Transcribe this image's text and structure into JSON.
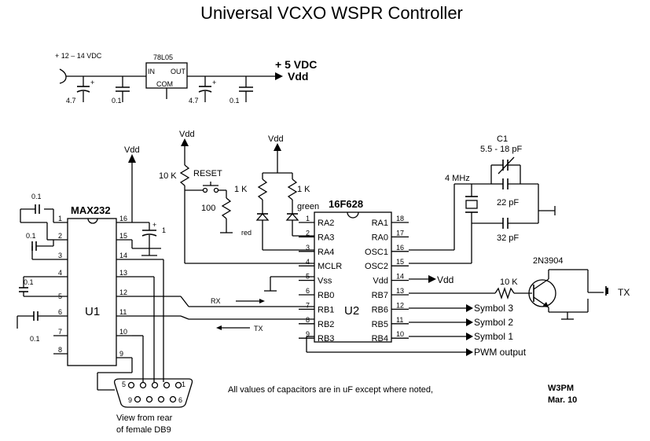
{
  "title": "Universal VCXO WSPR Controller",
  "supply": {
    "input_label": "+ 12 – 14 VDC",
    "regulator": "78L05",
    "reg_in": "IN",
    "reg_out": "OUT",
    "reg_com": "COM",
    "output_label": "+ 5 VDC",
    "output_net": "Vdd",
    "cap1": "4.7",
    "cap2": "0.1",
    "cap3": "4.7",
    "cap4": "0.1"
  },
  "max232": {
    "name": "MAX232",
    "ref": "U1",
    "pins": [
      "1",
      "2",
      "3",
      "4",
      "5",
      "6",
      "7",
      "8",
      "9",
      "10",
      "11",
      "12",
      "13",
      "14",
      "15",
      "16"
    ],
    "cap_a": "0.1",
    "cap_b": "0.1",
    "cap_c": "0.1",
    "cap_d": "0.1",
    "cap_e": "1",
    "vdd": "Vdd"
  },
  "pic": {
    "name": "16F628",
    "ref": "U2",
    "left_pins": [
      {
        "num": "1",
        "name": "RA2"
      },
      {
        "num": "2",
        "name": "RA3"
      },
      {
        "num": "3",
        "name": "RA4"
      },
      {
        "num": "4",
        "name": "MCLR"
      },
      {
        "num": "5",
        "name": "Vss"
      },
      {
        "num": "6",
        "name": "RB0"
      },
      {
        "num": "7",
        "name": "RB1"
      },
      {
        "num": "8",
        "name": "RB2"
      },
      {
        "num": "9",
        "name": "RB3"
      }
    ],
    "right_pins": [
      {
        "num": "18",
        "name": "RA1"
      },
      {
        "num": "17",
        "name": "RA0"
      },
      {
        "num": "16",
        "name": "OSC1"
      },
      {
        "num": "15",
        "name": "OSC2"
      },
      {
        "num": "14",
        "name": "Vdd"
      },
      {
        "num": "13",
        "name": "RB7"
      },
      {
        "num": "12",
        "name": "RB6"
      },
      {
        "num": "11",
        "name": "RB5"
      },
      {
        "num": "10",
        "name": "RB4"
      }
    ]
  },
  "reset": {
    "vdd": "Vdd",
    "r_pullup": "10 K",
    "switch": "RESET",
    "r_series": "100"
  },
  "leds": {
    "vdd": "Vdd",
    "r1": "1 K",
    "r2": "1 K",
    "red": "red",
    "green": "green"
  },
  "oscillator": {
    "crystal": "4 MHz",
    "trimmer": "C1",
    "trimmer_range": "5.5 - 18 pF",
    "cap1": "22 pF",
    "cap2": "32 pF"
  },
  "outputs": {
    "vdd": "Vdd",
    "symbol3": "Symbol 3",
    "symbol2": "Symbol 2",
    "symbol1": "Symbol 1",
    "pwm": "PWM output",
    "rx": "RX",
    "tx": "TX"
  },
  "transistor": {
    "name": "2N3904",
    "r_base": "10 K",
    "tx_out": "TX"
  },
  "db9": {
    "pin1": "1",
    "pin5": "5",
    "pin6": "6",
    "pin9": "9",
    "caption1": "View from rear",
    "caption2": "of female DB9"
  },
  "notes": {
    "caps": "All values of capacitors are in uF except where noted,",
    "author": "W3PM",
    "date": "Mar. 10"
  }
}
